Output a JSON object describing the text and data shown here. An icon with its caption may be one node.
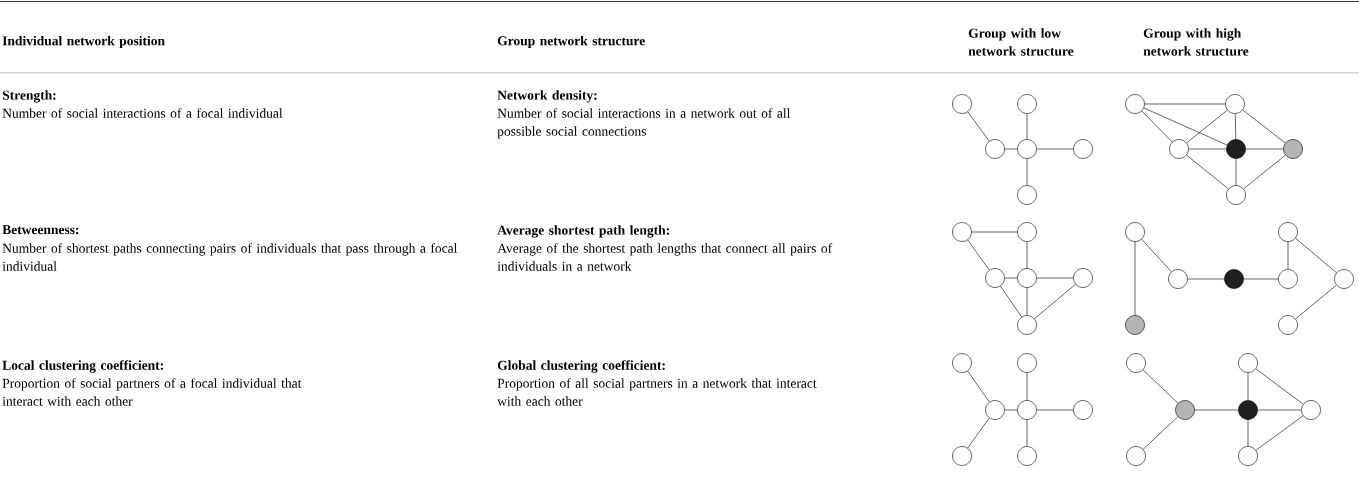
{
  "diagram": {
    "nodes": [
      {
        "text": [],
        "shape": "circle"
      },
      {
        "text": [],
        "shape": "circle"
      },
      {
        "text": [],
        "shape": "circle"
      },
      {
        "text": [],
        "shape": "circle"
      },
      {
        "text": [],
        "shape": "circle"
      },
      {
        "text": [],
        "shape": "circle"
      },
      {
        "text": [],
        "shape": "circle"
      },
      {
        "text": [],
        "shape": "circle"
      },
      {
        "text": [],
        "shape": "circle"
      },
      {
        "text": [],
        "shape": "circle"
      },
      {
        "text": [],
        "shape": "circle"
      },
      {
        "text": [],
        "shape": "circle"
      },
      {
        "text": [],
        "shape": "circle"
      },
      {
        "text": [],
        "shape": "circle"
      },
      {
        "text": [],
        "shape": "circle"
      },
      {
        "text": [],
        "shape": "circle"
      },
      {
        "text": [],
        "shape": "circle"
      },
      {
        "text": [],
        "shape": "circle"
      },
      {
        "text": [],
        "shape": "circle"
      },
      {
        "text": [],
        "shape": "circle"
      },
      {
        "text": [],
        "shape": "circle"
      },
      {
        "text": [],
        "shape": "circle"
      },
      {
        "text": [],
        "shape": "circle"
      },
      {
        "text": [],
        "shape": "circle"
      },
      {
        "text": [],
        "shape": "circle"
      },
      {
        "text": [],
        "shape": "circle"
      },
      {
        "text": [],
        "shape": "circle"
      },
      {
        "text": [],
        "shape": "circle"
      },
      {
        "text": [],
        "shape": "circle"
      },
      {
        "text": [],
        "shape": "circle"
      },
      {
        "text": [],
        "shape": "circle"
      },
      {
        "text": [],
        "shape": "circle"
      },
      {
        "text": [],
        "shape": "circle"
      },
      {
        "text": [],
        "shape": "circle"
      },
      {
        "text": [],
        "shape": "circle"
      },
      {
        "text": [],
        "shape": "circle"
      },
      {
        "text": [],
        "shape": "circle"
      },
      {
        "text": [],
        "shape": "circle"
      },
      {
        "text": [],
        "shape": "circle"
      },
      {
        "text": [],
        "shape": "circle"
      }
    ],
    "edges": [
      {
        "from": 0,
        "to": 2,
        "arrow": "none"
      },
      {
        "from": 2,
        "to": 3,
        "arrow": "none"
      },
      {
        "from": 1,
        "to": 3,
        "arrow": "none"
      },
      {
        "from": 3,
        "to": 4,
        "arrow": "none"
      },
      {
        "from": 3,
        "to": 5,
        "arrow": "none"
      },
      {
        "from": 6,
        "to": 7,
        "arrow": "none"
      },
      {
        "from": 6,
        "to": 8,
        "arrow": "none"
      },
      {
        "from": 6,
        "to": 9,
        "arrow": "none"
      },
      {
        "from": 7,
        "to": 8,
        "arrow": "none"
      },
      {
        "from": 7,
        "to": 9,
        "arrow": "none"
      },
      {
        "from": 7,
        "to": 10,
        "arrow": "none"
      },
      {
        "from": 8,
        "to": 9,
        "arrow": "none"
      },
      {
        "from": 8,
        "to": 11,
        "arrow": "none"
      },
      {
        "from": 9,
        "to": 10,
        "arrow": "none"
      },
      {
        "from": 9,
        "to": 11,
        "arrow": "none"
      },
      {
        "from": 10,
        "to": 11,
        "arrow": "none"
      },
      {
        "from": 12,
        "to": 13,
        "arrow": "none"
      },
      {
        "from": 12,
        "to": 14,
        "arrow": "none"
      },
      {
        "from": 14,
        "to": 15,
        "arrow": "none"
      },
      {
        "from": 13,
        "to": 15,
        "arrow": "none"
      },
      {
        "from": 15,
        "to": 16,
        "arrow": "none"
      },
      {
        "from": 15,
        "to": 17,
        "arrow": "none"
      },
      {
        "from": 14,
        "to": 17,
        "arrow": "none"
      },
      {
        "from": 16,
        "to": 17,
        "arrow": "none"
      },
      {
        "from": 18,
        "to": 24,
        "arrow": "none"
      },
      {
        "from": 18,
        "to": 20,
        "arrow": "none"
      },
      {
        "from": 20,
        "to": 21,
        "arrow": "none"
      },
      {
        "from": 21,
        "to": 22,
        "arrow": "none"
      },
      {
        "from": 19,
        "to": 22,
        "arrow": "none"
      },
      {
        "from": 19,
        "to": 23,
        "arrow": "none"
      },
      {
        "from": 23,
        "to": 25,
        "arrow": "none"
      },
      {
        "from": 26,
        "to": 28,
        "arrow": "none"
      },
      {
        "from": 31,
        "to": 28,
        "arrow": "none"
      },
      {
        "from": 28,
        "to": 29,
        "arrow": "none"
      },
      {
        "from": 27,
        "to": 29,
        "arrow": "none"
      },
      {
        "from": 29,
        "to": 30,
        "arrow": "none"
      },
      {
        "from": 29,
        "to": 32,
        "arrow": "none"
      },
      {
        "from": 33,
        "to": 35,
        "arrow": "none"
      },
      {
        "from": 38,
        "to": 35,
        "arrow": "none"
      },
      {
        "from": 35,
        "to": 36,
        "arrow": "none"
      },
      {
        "from": 34,
        "to": 36,
        "arrow": "none"
      },
      {
        "from": 34,
        "to": 37,
        "arrow": "none"
      },
      {
        "from": 36,
        "to": 37,
        "arrow": "none"
      },
      {
        "from": 36,
        "to": 39,
        "arrow": "none"
      },
      {
        "from": 39,
        "to": 37,
        "arrow": "none"
      }
    ],
    "labels": [
      "Individual network position",
      "Group network structure",
      "Group with low network structure",
      "Group with high network structure",
      "Strength:",
      "Number of social interactions of a focal individual",
      "Network density:",
      "Number of social interactions in a network out of all possible social connections",
      "Betweenness:",
      "Number of shortest paths connecting pairs of individuals that pass through a focal individual",
      "Average shortest path length:",
      "Average of the shortest path lengths that connect all pairs of individuals in a network",
      "Local clustering coefficient:",
      "Proportion of social partners of a focal individual that interact with each other",
      "Global clustering coefficient:",
      "Proportion of all social partners in a network that interact with each other"
    ]
  }
}
